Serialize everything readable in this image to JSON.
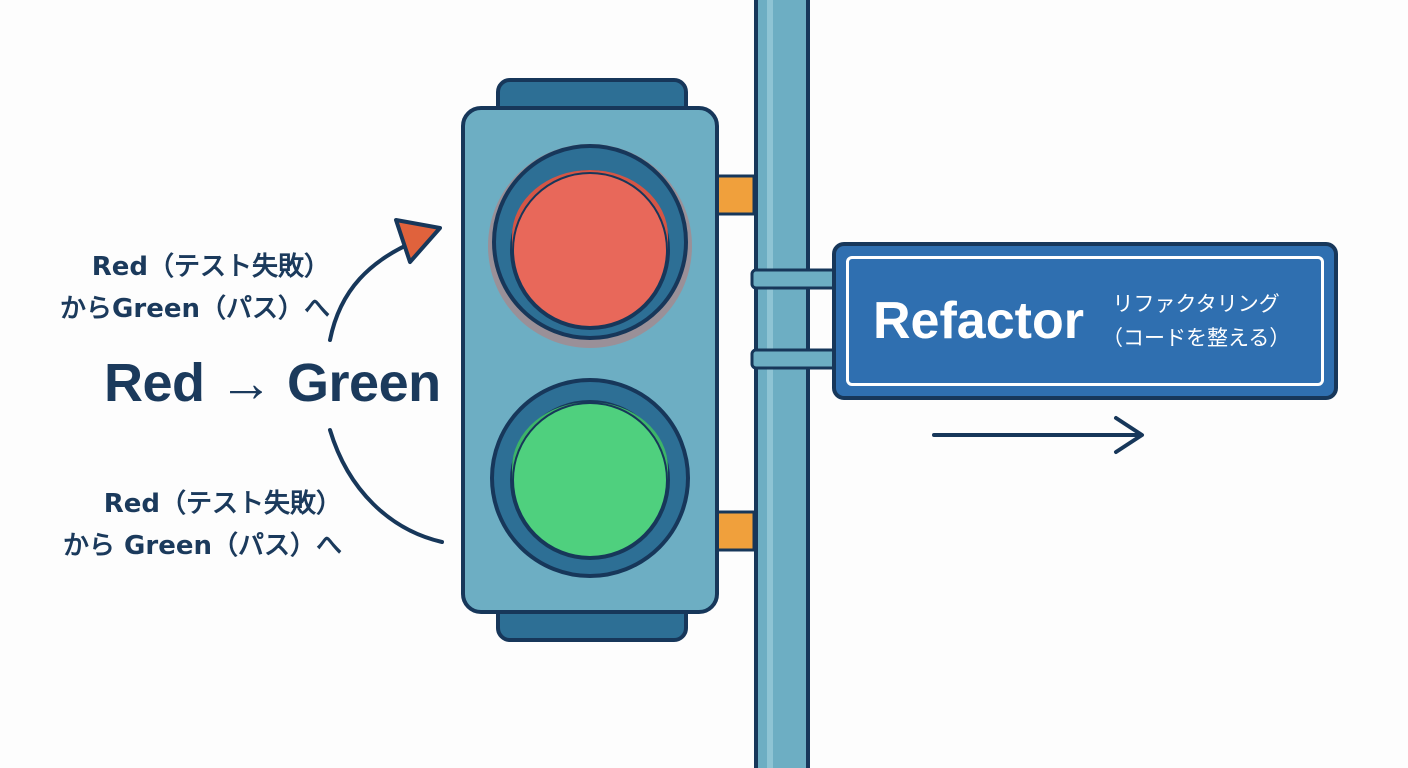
{
  "labels": {
    "top_line1": "Red（テスト失敗）",
    "top_line2": "からGreen（パス）へ",
    "main": "Red → Green",
    "bottom_line1": "Red（テスト失敗）",
    "bottom_line2": "から Green（パス）へ"
  },
  "sign": {
    "title": "Refactor",
    "subtitle_line1": "リファクタリング",
    "subtitle_line2": "（コードを整える）"
  },
  "colors": {
    "outline": "#17375a",
    "housing": "#6daec3",
    "red_light": "#e8685a",
    "green_light": "#4fd07e",
    "pole": "#6daec3",
    "bracket": "#f0a03c",
    "sign": "#2f6fb0",
    "arrow_head": "#e0623c"
  },
  "icons": [
    "traffic-light-icon",
    "curved-arrow-icon",
    "right-arrow-icon"
  ]
}
